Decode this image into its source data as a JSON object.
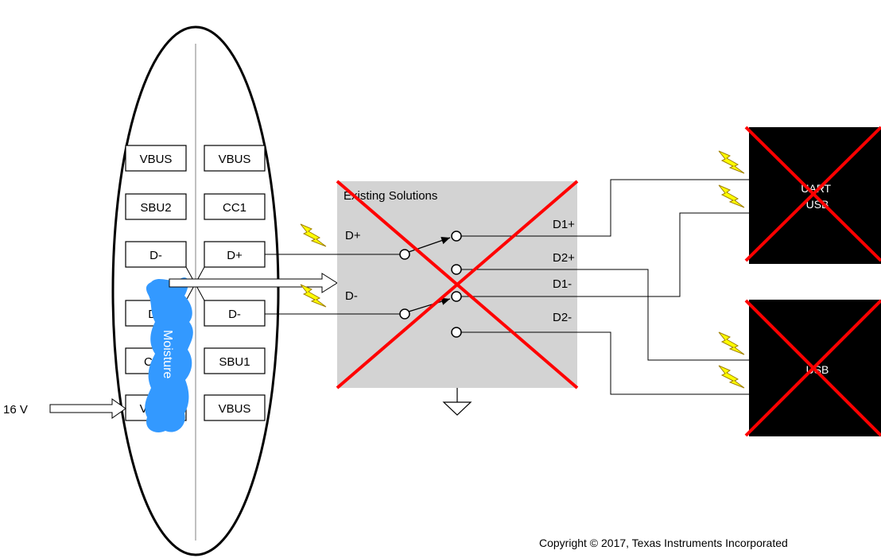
{
  "connector": {
    "pins_left": [
      "VBUS",
      "SBU2",
      "D-",
      "D+",
      "CC2",
      "VBUS"
    ],
    "pins_right": [
      "VBUS",
      "CC1",
      "D+",
      "D-",
      "SBU1",
      "VBUS"
    ]
  },
  "moisture_label": "Moisture",
  "voltage_label": "16 V",
  "switch": {
    "title": "Existing Solutions",
    "input_plus": "D+",
    "input_minus": "D-",
    "outputs": [
      "D1+",
      "D2+",
      "D1-",
      "D2-"
    ]
  },
  "devices": {
    "top": "UART\nUSB",
    "bottom": "USB"
  },
  "copyright": "Copyright © 2017, Texas Instruments Incorporated",
  "colors": {
    "cross": "#ff0000",
    "moisture": "#3399ff",
    "switch_fill": "#d3d3d3",
    "device_fill": "#000000",
    "bolt_fill": "#ffff00"
  }
}
